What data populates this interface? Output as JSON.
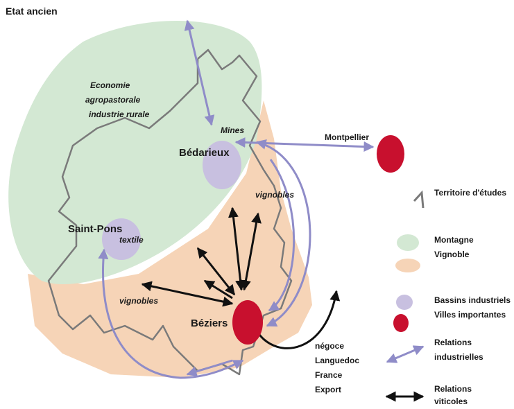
{
  "title": "Etat ancien",
  "regions": {
    "mountain_text": [
      "Economie",
      "agropastorale",
      "industrie rurale"
    ],
    "vineyard_north": "vignobles",
    "vineyard_west": "vignobles",
    "mines": "Mines",
    "textile": "textile"
  },
  "cities": {
    "bedarieux": "Bédarieux",
    "saint_pons": "Saint-Pons",
    "beziers": "Béziers",
    "montpellier": "Montpellier"
  },
  "trade_destinations": [
    "négoce",
    "Languedoc",
    "France",
    "Export"
  ],
  "legend": {
    "territory": "Territoire d'études",
    "mountain": "Montagne",
    "vineyard": "Vignoble",
    "industrial_basins": "Bassins industriels",
    "major_cities": "Villes importantes",
    "industrial_relations": [
      "Relations",
      "industrielles"
    ],
    "wine_relations": [
      "Relations",
      "viticoles"
    ]
  },
  "colors": {
    "mountain": "#d3e8d3",
    "vineyard": "#f6d4b7",
    "basin": "#c8c0e0",
    "city": "#c8102e",
    "industrial_arrow": "#8f8cc8",
    "wine_arrow": "#111111",
    "territory_line": "#7a7a7a"
  }
}
